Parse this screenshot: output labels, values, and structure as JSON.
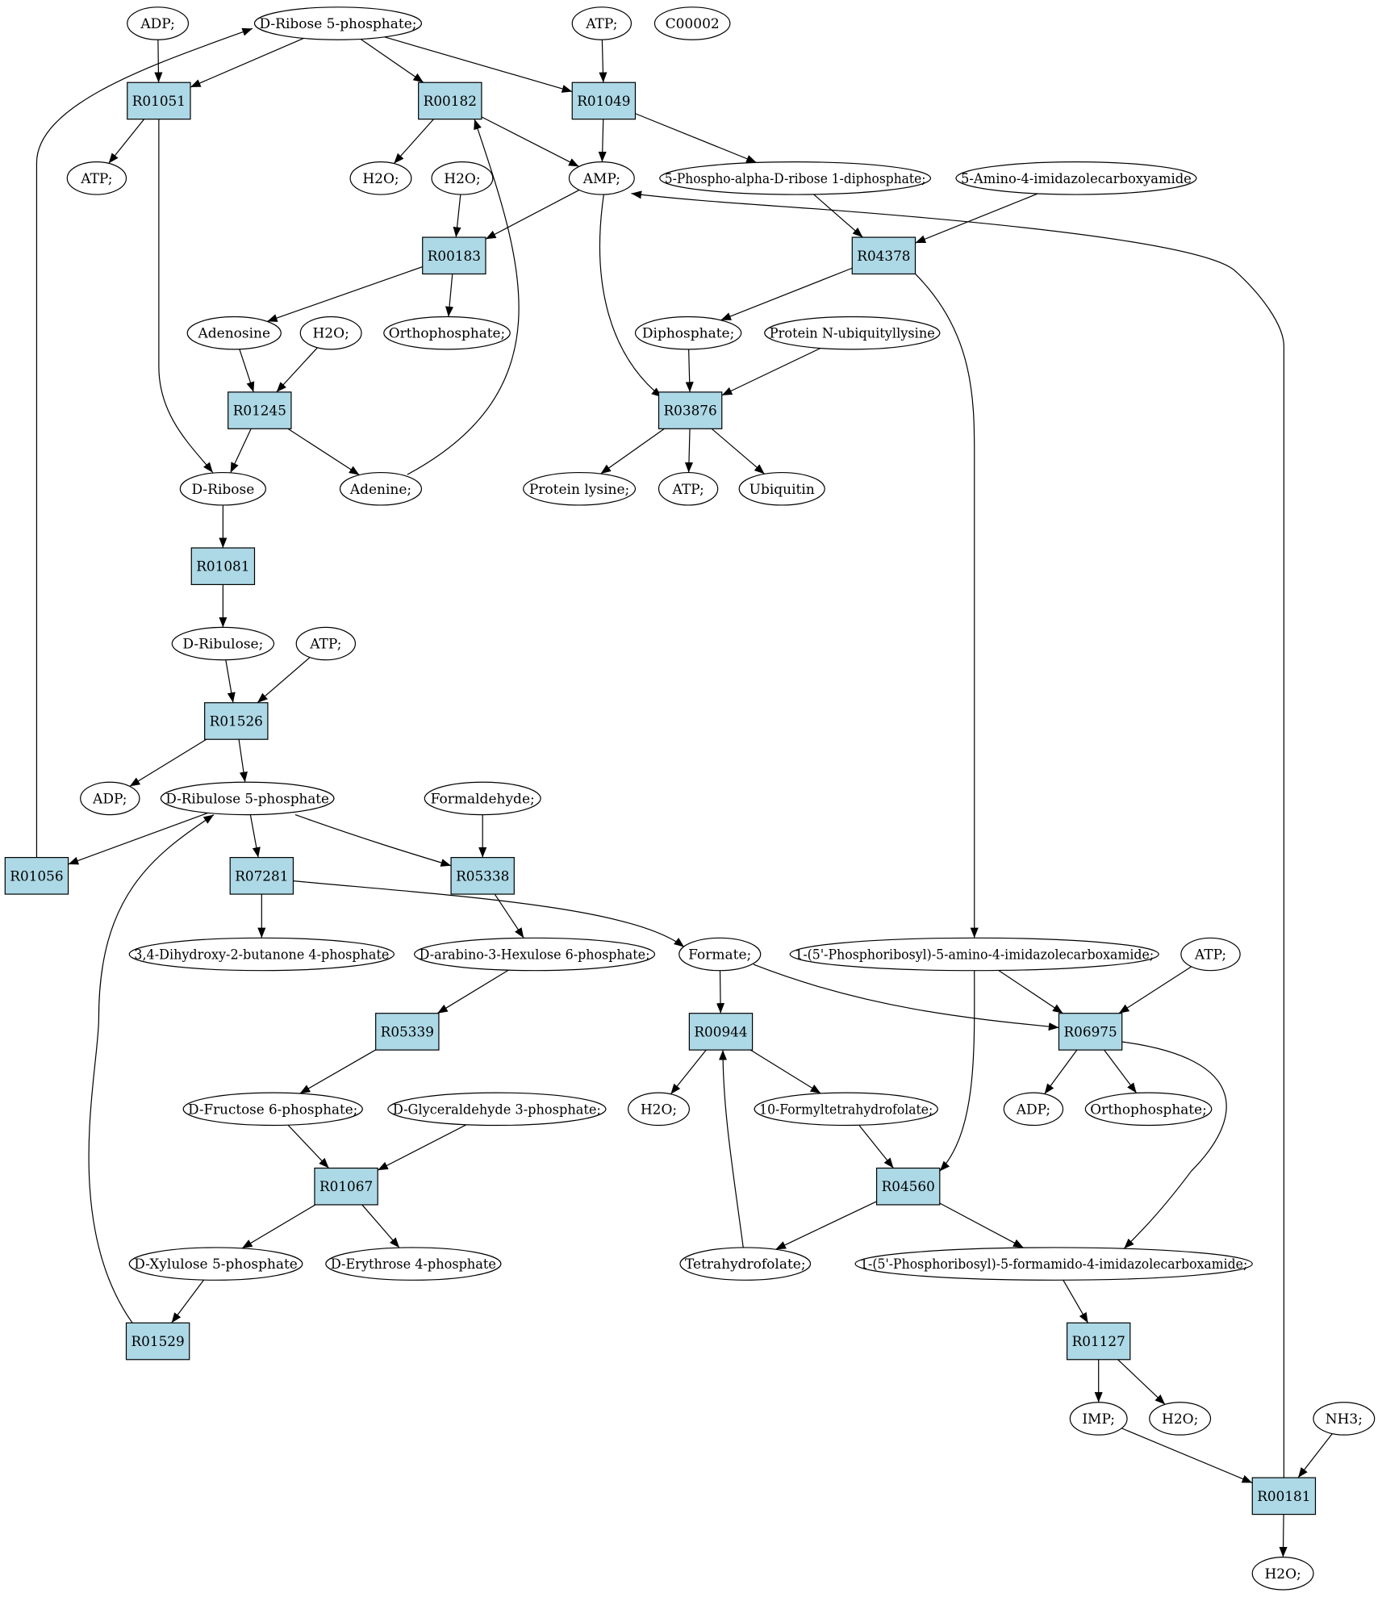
{
  "colors": {
    "reaction_fill": "#add8e6",
    "compound_fill": "#ffffff",
    "source_fill": "#00ee00",
    "query_fill": "#ffff00",
    "stroke": "#000000"
  },
  "diagram": {
    "nodes": [
      {
        "id": "adp1",
        "label": "ADP;",
        "kind": "compound"
      },
      {
        "id": "r5p",
        "label": "D-Ribose 5-phosphate;",
        "kind": "source"
      },
      {
        "id": "atp_top",
        "label": "ATP;",
        "kind": "compound"
      },
      {
        "id": "c00002",
        "label": "C00002",
        "kind": "query"
      },
      {
        "id": "R01051",
        "label": "R01051",
        "kind": "reaction"
      },
      {
        "id": "R00182",
        "label": "R00182",
        "kind": "reaction"
      },
      {
        "id": "R01049",
        "label": "R01049",
        "kind": "reaction"
      },
      {
        "id": "atp2",
        "label": "ATP;",
        "kind": "compound"
      },
      {
        "id": "h2o1",
        "label": "H2O;",
        "kind": "compound"
      },
      {
        "id": "h2o2",
        "label": "H2O;",
        "kind": "compound"
      },
      {
        "id": "amp",
        "label": "AMP;",
        "kind": "compound"
      },
      {
        "id": "prpp",
        "label": "5-Phospho-alpha-D-ribose 1-diphosphate;",
        "kind": "compound"
      },
      {
        "id": "aic",
        "label": "5-Amino-4-imidazolecarboxyamide",
        "kind": "compound"
      },
      {
        "id": "R00183",
        "label": "R00183",
        "kind": "reaction"
      },
      {
        "id": "R04378",
        "label": "R04378",
        "kind": "reaction"
      },
      {
        "id": "adenosine",
        "label": "Adenosine",
        "kind": "compound"
      },
      {
        "id": "h2o3",
        "label": "H2O;",
        "kind": "compound"
      },
      {
        "id": "ortho1",
        "label": "Orthophosphate;",
        "kind": "compound"
      },
      {
        "id": "diphos",
        "label": "Diphosphate;",
        "kind": "compound"
      },
      {
        "id": "pnul",
        "label": "Protein N-ubiquityllysine",
        "kind": "compound"
      },
      {
        "id": "R01245",
        "label": "R01245",
        "kind": "reaction"
      },
      {
        "id": "R03876",
        "label": "R03876",
        "kind": "reaction"
      },
      {
        "id": "dribose",
        "label": "D-Ribose",
        "kind": "compound"
      },
      {
        "id": "adenine",
        "label": "Adenine;",
        "kind": "compound"
      },
      {
        "id": "plys",
        "label": "Protein lysine;",
        "kind": "compound"
      },
      {
        "id": "atp3",
        "label": "ATP;",
        "kind": "compound"
      },
      {
        "id": "ubiq",
        "label": "Ubiquitin",
        "kind": "compound"
      },
      {
        "id": "R01081",
        "label": "R01081",
        "kind": "reaction"
      },
      {
        "id": "dribulose",
        "label": "D-Ribulose;",
        "kind": "compound"
      },
      {
        "id": "atp4",
        "label": "ATP;",
        "kind": "compound"
      },
      {
        "id": "R01526",
        "label": "R01526",
        "kind": "reaction"
      },
      {
        "id": "adp2",
        "label": "ADP;",
        "kind": "compound"
      },
      {
        "id": "ru5p",
        "label": "D-Ribulose 5-phosphate",
        "kind": "compound"
      },
      {
        "id": "formald",
        "label": "Formaldehyde;",
        "kind": "compound"
      },
      {
        "id": "R01056",
        "label": "R01056",
        "kind": "reaction"
      },
      {
        "id": "R07281",
        "label": "R07281",
        "kind": "reaction"
      },
      {
        "id": "R05338",
        "label": "R05338",
        "kind": "reaction"
      },
      {
        "id": "dhbp",
        "label": "3,4-Dihydroxy-2-butanone 4-phosphate",
        "kind": "compound"
      },
      {
        "id": "hex6p",
        "label": "D-arabino-3-Hexulose 6-phosphate;",
        "kind": "compound"
      },
      {
        "id": "formate",
        "label": "Formate;",
        "kind": "compound"
      },
      {
        "id": "aicar",
        "label": "1-(5'-Phosphoribosyl)-5-amino-4-imidazolecarboxamide;",
        "kind": "compound"
      },
      {
        "id": "atp5",
        "label": "ATP;",
        "kind": "compound"
      },
      {
        "id": "R05339",
        "label": "R05339",
        "kind": "reaction"
      },
      {
        "id": "R00944",
        "label": "R00944",
        "kind": "reaction"
      },
      {
        "id": "R06975",
        "label": "R06975",
        "kind": "reaction"
      },
      {
        "id": "f6p",
        "label": "D-Fructose 6-phosphate;",
        "kind": "compound"
      },
      {
        "id": "g3p",
        "label": "D-Glyceraldehyde 3-phosphate;",
        "kind": "compound"
      },
      {
        "id": "h2o4",
        "label": "H2O;",
        "kind": "compound"
      },
      {
        "id": "fthf",
        "label": "10-Formyltetrahydrofolate;",
        "kind": "compound"
      },
      {
        "id": "adp3",
        "label": "ADP;",
        "kind": "compound"
      },
      {
        "id": "ortho2",
        "label": "Orthophosphate;",
        "kind": "compound"
      },
      {
        "id": "R01067",
        "label": "R01067",
        "kind": "reaction"
      },
      {
        "id": "R04560",
        "label": "R04560",
        "kind": "reaction"
      },
      {
        "id": "xu5p",
        "label": "D-Xylulose 5-phosphate",
        "kind": "compound"
      },
      {
        "id": "e4p",
        "label": "D-Erythrose 4-phosphate",
        "kind": "compound"
      },
      {
        "id": "thf",
        "label": "Tetrahydrofolate;",
        "kind": "compound"
      },
      {
        "id": "faicar",
        "label": "1-(5'-Phosphoribosyl)-5-formamido-4-imidazolecarboxamide;",
        "kind": "compound"
      },
      {
        "id": "R01529",
        "label": "R01529",
        "kind": "reaction"
      },
      {
        "id": "R01127",
        "label": "R01127",
        "kind": "reaction"
      },
      {
        "id": "imp",
        "label": "IMP;",
        "kind": "compound"
      },
      {
        "id": "h2o5",
        "label": "H2O;",
        "kind": "compound"
      },
      {
        "id": "nh3",
        "label": "NH3;",
        "kind": "compound"
      },
      {
        "id": "R00181",
        "label": "R00181",
        "kind": "reaction"
      },
      {
        "id": "h2o6",
        "label": "H2O;",
        "kind": "compound"
      }
    ],
    "edges": [
      [
        "adp1",
        "R01051"
      ],
      [
        "r5p",
        "R01051"
      ],
      [
        "r5p",
        "R00182"
      ],
      [
        "r5p",
        "R01049"
      ],
      [
        "atp_top",
        "R01049"
      ],
      [
        "R01051",
        "atp2"
      ],
      [
        "R01051",
        "dribose"
      ],
      [
        "R00182",
        "h2o1"
      ],
      [
        "R00182",
        "amp"
      ],
      [
        "R01049",
        "amp"
      ],
      [
        "R01049",
        "prpp"
      ],
      [
        "h2o2",
        "R00183"
      ],
      [
        "amp",
        "R00183"
      ],
      [
        "amp",
        "R03876"
      ],
      [
        "prpp",
        "R04378"
      ],
      [
        "aic",
        "R04378"
      ],
      [
        "R00183",
        "adenosine"
      ],
      [
        "R00183",
        "ortho1"
      ],
      [
        "R04378",
        "diphos"
      ],
      [
        "R04378",
        "aicar"
      ],
      [
        "adenosine",
        "R01245"
      ],
      [
        "h2o3",
        "R01245"
      ],
      [
        "diphos",
        "R03876"
      ],
      [
        "pnul",
        "R03876"
      ],
      [
        "R01245",
        "dribose"
      ],
      [
        "R01245",
        "adenine"
      ],
      [
        "adenine",
        "R00182"
      ],
      [
        "R03876",
        "plys"
      ],
      [
        "R03876",
        "atp3"
      ],
      [
        "R03876",
        "ubiq"
      ],
      [
        "dribose",
        "R01081"
      ],
      [
        "R01081",
        "dribulose"
      ],
      [
        "dribulose",
        "R01526"
      ],
      [
        "atp4",
        "R01526"
      ],
      [
        "R01526",
        "adp2"
      ],
      [
        "R01526",
        "ru5p"
      ],
      [
        "ru5p",
        "R01056"
      ],
      [
        "ru5p",
        "R07281"
      ],
      [
        "ru5p",
        "R05338"
      ],
      [
        "formald",
        "R05338"
      ],
      [
        "R01056",
        "r5p"
      ],
      [
        "R07281",
        "dhbp"
      ],
      [
        "R07281",
        "formate"
      ],
      [
        "R05338",
        "hex6p"
      ],
      [
        "hex6p",
        "R05339"
      ],
      [
        "R05339",
        "f6p"
      ],
      [
        "formate",
        "R00944"
      ],
      [
        "formate",
        "R06975"
      ],
      [
        "aicar",
        "R06975"
      ],
      [
        "aicar",
        "R04560"
      ],
      [
        "atp5",
        "R06975"
      ],
      [
        "R00944",
        "h2o4"
      ],
      [
        "R00944",
        "fthf"
      ],
      [
        "R06975",
        "adp3"
      ],
      [
        "R06975",
        "ortho2"
      ],
      [
        "R06975",
        "faicar"
      ],
      [
        "f6p",
        "R01067"
      ],
      [
        "g3p",
        "R01067"
      ],
      [
        "fthf",
        "R04560"
      ],
      [
        "R01067",
        "xu5p"
      ],
      [
        "R01067",
        "e4p"
      ],
      [
        "R04560",
        "thf"
      ],
      [
        "R04560",
        "faicar"
      ],
      [
        "thf",
        "R00944"
      ],
      [
        "xu5p",
        "R01529"
      ],
      [
        "R01529",
        "ru5p"
      ],
      [
        "faicar",
        "R01127"
      ],
      [
        "R01127",
        "imp"
      ],
      [
        "R01127",
        "h2o5"
      ],
      [
        "imp",
        "R00181"
      ],
      [
        "nh3",
        "R00181"
      ],
      [
        "R00181",
        "h2o6"
      ],
      [
        "R00181",
        "amp"
      ]
    ]
  }
}
